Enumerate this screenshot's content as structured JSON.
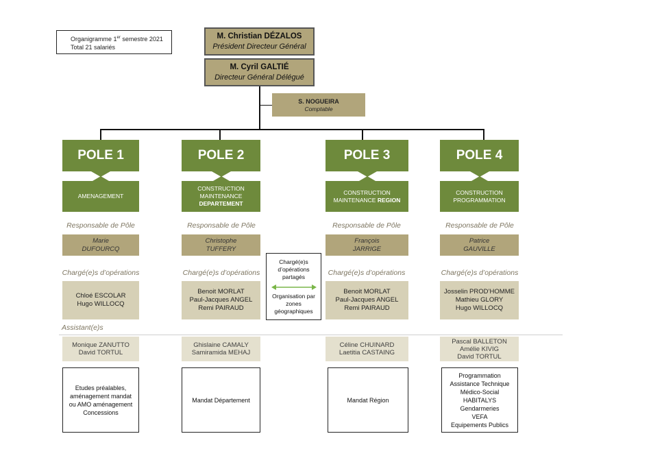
{
  "info": {
    "line1_pre": "Organigramme 1",
    "line1_sup": "er",
    "line1_post": " semestre 2021",
    "line2": "Total 21 salariés"
  },
  "president": {
    "name": "M. Christian DÉZALOS",
    "role": "Président Directeur Général"
  },
  "dg": {
    "name": "M. Cyril GALTIÉ",
    "role": "Directeur Général Délégué"
  },
  "comptable": {
    "name": "S. NOGUEIRA",
    "role": "Comptable"
  },
  "labels": {
    "responsable": "Responsable de Pôle",
    "charges": "Chargé(e)s d’opérations",
    "assistants": "Assistant(e)s"
  },
  "shared": {
    "title": "Chargé(e)s d’opérations partagés",
    "organisation": "Organisation par zones géographiques"
  },
  "poles": [
    {
      "title": "POLE 1",
      "desc_lines": [
        "AMENAGEMENT"
      ],
      "desc_bold": "",
      "resp": [
        "Marie",
        "DUFOURCQ"
      ],
      "charges": [
        "Chloé ESCOLAR",
        "Hugo WILLOCQ"
      ],
      "assistants": [
        "Monique ZANUTTO",
        "David TORTUL"
      ],
      "mission": [
        "Etudes préalables,",
        "aménagement mandat",
        "ou AMO aménagement",
        "Concessions"
      ]
    },
    {
      "title": "POLE 2",
      "desc_lines": [
        "CONSTRUCTION",
        "MAINTENANCE"
      ],
      "desc_bold": "DEPARTEMENT",
      "resp": [
        "Christophe",
        "TUFFERY"
      ],
      "charges": [
        "Benoit MORLAT",
        "Paul-Jacques ANGEL",
        "Remi PAIRAUD"
      ],
      "assistants": [
        "Ghislaine CAMALY",
        "Samiramida MEHAJ"
      ],
      "mission": [
        "Mandat Département"
      ]
    },
    {
      "title": "POLE 3",
      "desc_lines": [
        "CONSTRUCTION",
        "MAINTENANCE"
      ],
      "desc_bold": "REGION",
      "resp": [
        "François",
        "JARRIGE"
      ],
      "charges": [
        "Benoit MORLAT",
        "Paul-Jacques ANGEL",
        "Remi PAIRAUD"
      ],
      "assistants": [
        "Céline CHUINARD",
        "Laetitia CASTAING"
      ],
      "mission": [
        "Mandat Région"
      ]
    },
    {
      "title": "POLE 4",
      "desc_lines": [
        "CONSTRUCTION",
        "PROGRAMMATION"
      ],
      "desc_bold": "",
      "resp": [
        "Patrice",
        "GAUVILLE"
      ],
      "charges": [
        "Josselin PROD’HOMME",
        "Mathieu GLORY",
        "Hugo WILLOCQ"
      ],
      "assistants": [
        "Pascal BALLETON",
        "Amélie KIVIG",
        "David TORTUL"
      ],
      "mission": [
        "Programmation",
        "Assistance Technique",
        "Médico-Social",
        "HABITALYS",
        "Gendarmeries",
        "VEFA",
        "Equipements Publics"
      ]
    }
  ],
  "colors": {
    "olive": "#6e8a3c",
    "khaki": "#b1a57b",
    "light_khaki": "#d6d0b6",
    "pale_khaki": "#e4e0ce",
    "label_text": "#7d7560",
    "arrow_green": "#7ab648"
  }
}
